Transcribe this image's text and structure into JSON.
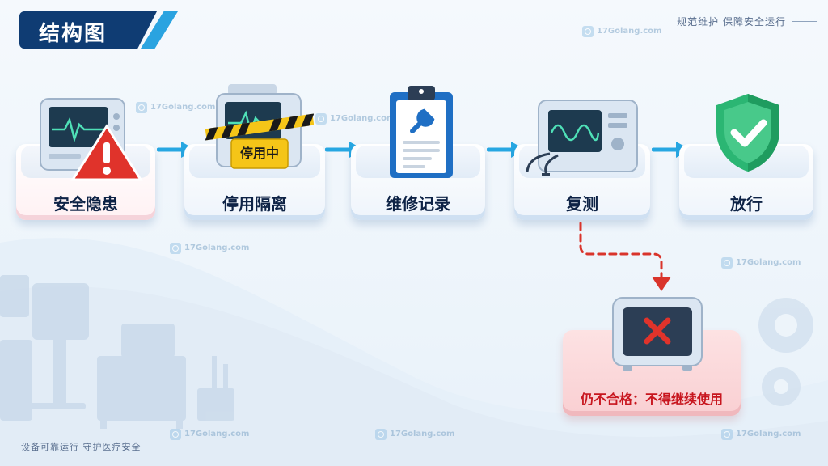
{
  "header": {
    "title": "结构图",
    "slogan_top": "规范维护  保障安全运行",
    "slogan_bottom": "设备可靠运行  守护医疗安全"
  },
  "watermark": {
    "text": "17Golang.com"
  },
  "flow": {
    "stages": [
      {
        "label": "安全隐患",
        "icon": "monitor-warning-icon"
      },
      {
        "label": "停用隔离",
        "icon": "monitor-quarantine-icon",
        "tag": "停用中"
      },
      {
        "label": "维修记录",
        "icon": "clipboard-wrench-icon"
      },
      {
        "label": "复测",
        "icon": "monitor-retest-icon"
      },
      {
        "label": "放行",
        "icon": "shield-check-icon"
      }
    ],
    "failure": {
      "label": "仍不合格：不得继续使用",
      "icon": "monitor-fail-icon"
    }
  },
  "colors": {
    "title_bg": "#0f3c73",
    "accent": "#2aa3e0",
    "arrow": "#27a7e2",
    "fail": "#d9342b",
    "shield": "#2bb673"
  }
}
